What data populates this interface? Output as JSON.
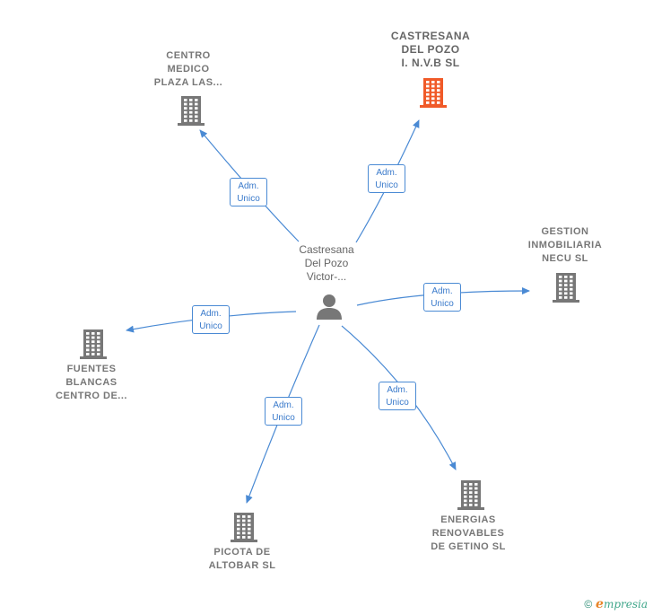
{
  "center": {
    "name": "Castresana\nDel Pozo\nVictor-...",
    "icon": "person-icon"
  },
  "edge_label": "Adm.\nUnico",
  "companies": [
    {
      "id": "centro-medico",
      "name": "CENTRO\nMEDICO\nPLAZA LAS...",
      "icon": "building-icon",
      "color": "#777777"
    },
    {
      "id": "castresana-del-pozo",
      "name": "CASTRESANA\nDEL POZO\nI. N.V.B  SL",
      "icon": "building-icon",
      "color": "#f05a28"
    },
    {
      "id": "gestion-inmobiliaria",
      "name": "GESTION\nINMOBILIARIA\nNECU  SL",
      "icon": "building-icon",
      "color": "#777777"
    },
    {
      "id": "fuentes-blancas",
      "name": "FUENTES\nBLANCAS\nCENTRO DE...",
      "icon": "building-icon",
      "color": "#777777"
    },
    {
      "id": "picota-de-altobar",
      "name": "PICOTA DE\nALTOBAR SL",
      "icon": "building-icon",
      "color": "#777777"
    },
    {
      "id": "energias-renovables",
      "name": "ENERGIAS\nRENOVABLES\nDE GETINO SL",
      "icon": "building-icon",
      "color": "#777777"
    }
  ],
  "footer": {
    "copyright": "©",
    "brand_first": "e",
    "brand_rest": "mpresia"
  },
  "colors": {
    "edge": "#4a8ad4",
    "node": "#777777",
    "highlight": "#f05a28"
  }
}
